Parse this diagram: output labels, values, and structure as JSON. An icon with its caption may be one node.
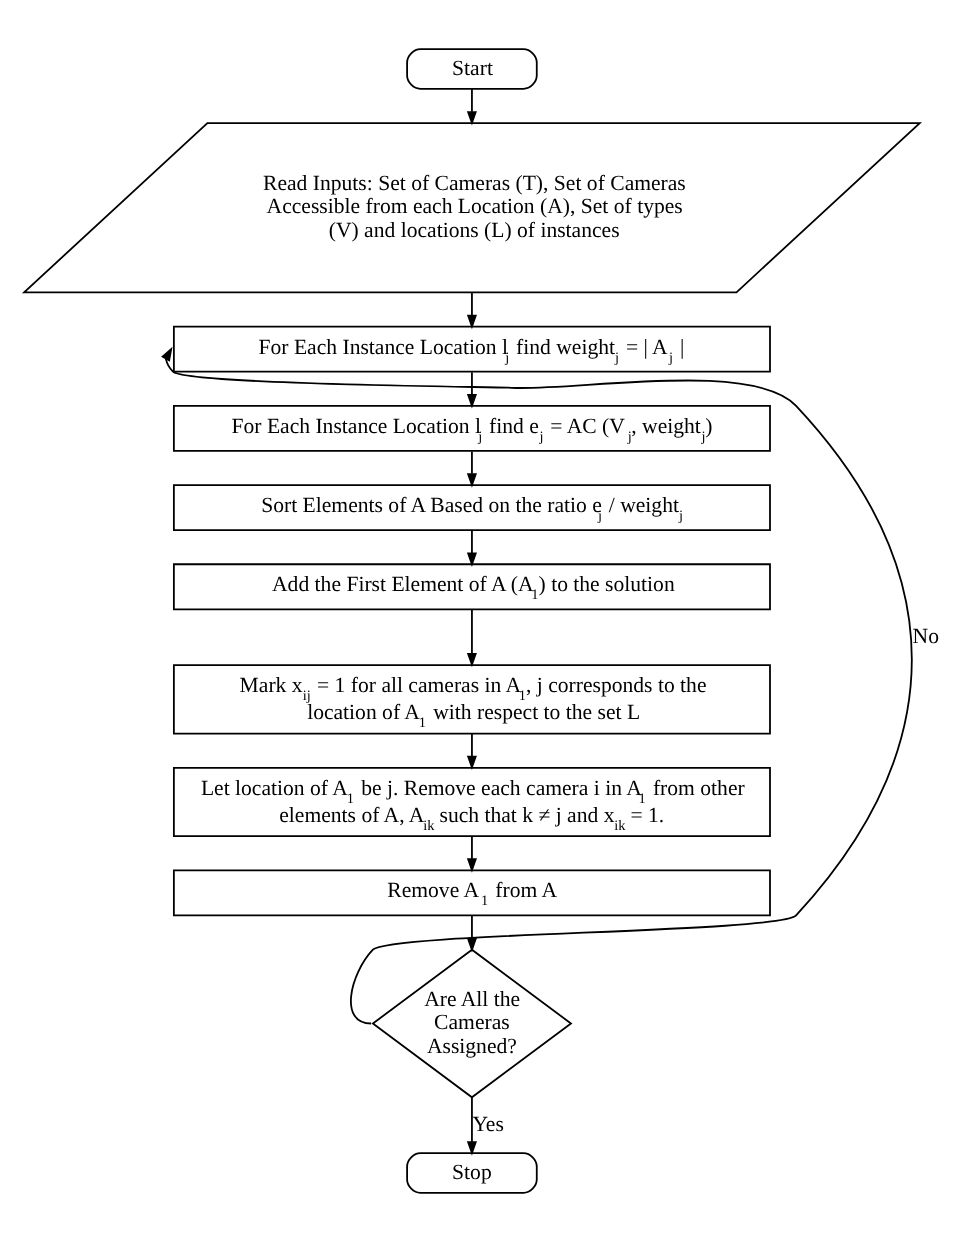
{
  "diagram": {
    "nodes": [
      {
        "text": [
          "Start"
        ]
      },
      {
        "text": [
          "Read Inputs: Set of Cameras (T), Set of Cameras Accessible from each Location (A), Set of types (V) and locations (L) of instances"
        ]
      },
      {
        "text": [
          "For Each Instance Location l$_{j}$ find weight$_{j}$ = | A$_{j}$ |"
        ]
      },
      {
        "text": [
          "For Each Instance Location l$_{j}$ find e$_{j}$ = AC (V$_{j}$, weight$_{j}$)"
        ]
      },
      {
        "text": [
          "Sort Elements of A Based on the ratio e$_{j}$ / weight$_{j}$"
        ]
      },
      {
        "text": [
          "Add the First Element of A (A$_{1}$) to the solution"
        ]
      },
      {
        "text": [
          "Mark x$_{ij}$ = 1 for all cameras in A$_{1}$, j corresponds to the location of A$_{1}$ with respect to the set L"
        ]
      },
      {
        "text": [
          "Let location of A$_{1}$ be j. Remove each camera i in A$_{1}$ from other elements of A, A$_{ik}$ such that k ≠ j and x$_{ik}$ = 1."
        ]
      },
      {
        "text": [
          "Remove A$_{1}$ from A"
        ]
      },
      {
        "text": [
          "Are All the Cameras Assigned?"
        ]
      },
      {
        "text": [
          "Stop"
        ]
      }
    ],
    "edges": [
      {
        "from": 0,
        "to": 1,
        "arrow": "to"
      },
      {
        "from": 1,
        "to": 2,
        "arrow": "to"
      },
      {
        "from": 2,
        "to": 3,
        "arrow": "to"
      },
      {
        "from": 3,
        "to": 4,
        "arrow": "to"
      },
      {
        "from": 4,
        "to": 5,
        "arrow": "to"
      },
      {
        "from": 5,
        "to": 6,
        "arrow": "to"
      },
      {
        "from": 6,
        "to": 7,
        "arrow": "to"
      },
      {
        "from": 7,
        "to": 8,
        "arrow": "to"
      },
      {
        "from": 8,
        "to": 9,
        "arrow": "to"
      },
      {
        "from": 9,
        "to": 2,
        "arrow": "to",
        "label": "No"
      },
      {
        "from": 9,
        "to": 10,
        "arrow": "to",
        "label": "Yes"
      }
    ]
  }
}
